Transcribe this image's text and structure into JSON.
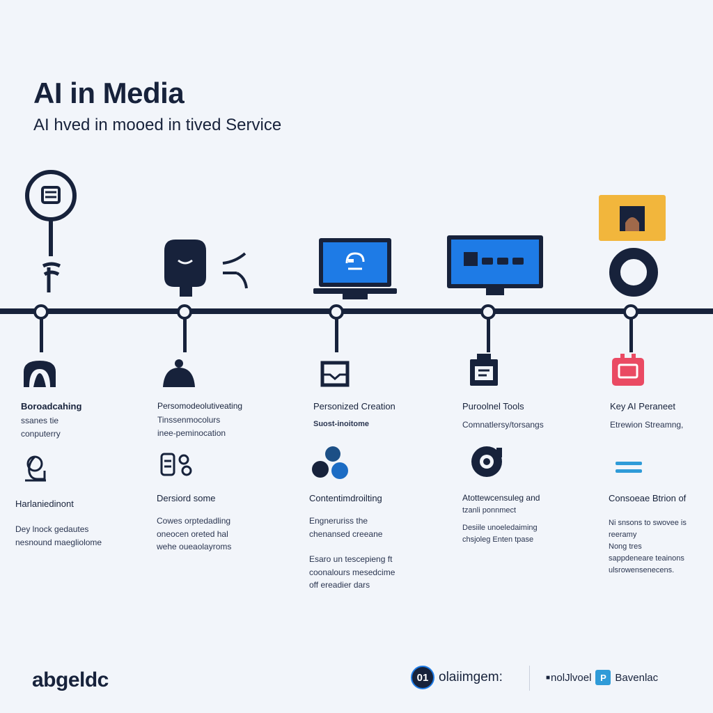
{
  "header": {
    "title": "AI in Media",
    "subtitle": "AI hved in mooed in tived Service"
  },
  "columns": [
    {
      "top_icon": "broadcast-tower-icon",
      "mid_icon": "arch-icon",
      "heading": "Boroadcahing",
      "lines": [
        "ssanes tie",
        "conputerry"
      ],
      "bottom_icon": "number-six-icon",
      "heading2": "Harlaniedinont",
      "lines2": [
        "Dey lnock gedautes",
        "nesnound maegliolome"
      ],
      "lines3": []
    },
    {
      "top_icon": "robot-head-icon",
      "mid_icon": "bell-icon",
      "heading": "Persomodeolutiveating",
      "lines": [
        "Tinssenmocolurs",
        "inee-peminocation"
      ],
      "bottom_icon": "grid-settings-icon",
      "heading2": "Dersiord some",
      "lines2": [
        "Cowes orptedadling",
        "oneocen oreted hal",
        "wehe oueaolayroms"
      ],
      "lines3": []
    },
    {
      "top_icon": "laptop-icon",
      "mid_icon": "inbox-icon",
      "heading": "Personized Creation",
      "lines": [
        "Suost-inoitome"
      ],
      "bottom_icon": "circles-cluster-icon",
      "heading2": "Contentimdroilting",
      "lines2": [
        "Engneruriss the",
        "chenansed creeane"
      ],
      "lines3": [
        "Esaro un tescepieng ft",
        "coonalours mesedcime",
        "off ereadier dars"
      ]
    },
    {
      "top_icon": "monitor-icon",
      "mid_icon": "calendar-badge-icon",
      "heading": "Puroolnel Tools",
      "lines": [
        "Comnatlersy/torsangs"
      ],
      "bottom_icon": "record-disc-icon",
      "heading2": "Atottewcensuleg and",
      "lines2": [
        "tzanli ponnmect",
        "",
        "Desiile unoeledaiming",
        "chsjoleg Enten tpase"
      ],
      "lines3": []
    },
    {
      "top_icon": "ring-icon",
      "mid_icon": "tv-screen-icon",
      "heading": "Key AI Peraneet",
      "lines": [
        "Etrewion Streamng,"
      ],
      "bottom_icon": "equals-bars-icon",
      "heading2": "Consoeae Btrion of",
      "lines2": [
        "Ni snsons to swovee is",
        "reeramy",
        "Nong tres",
        "sappdeneare teainons",
        "ulsrowensenecens."
      ],
      "lines3": []
    }
  ],
  "footer": {
    "brand": "abgeldc",
    "partner1_badge": "01",
    "partner1": "olaiimgem:",
    "partner2": "nolJlvoel",
    "partner2_mark": "■",
    "partner3_badge": "P",
    "partner3": "Bavenlac"
  },
  "colors": {
    "navy": "#17223b",
    "blue": "#1e7be6",
    "dark_blue": "#1c4f86",
    "amber": "#f2b63c",
    "red": "#ea4a63",
    "light_blue": "#2f9bd8"
  }
}
